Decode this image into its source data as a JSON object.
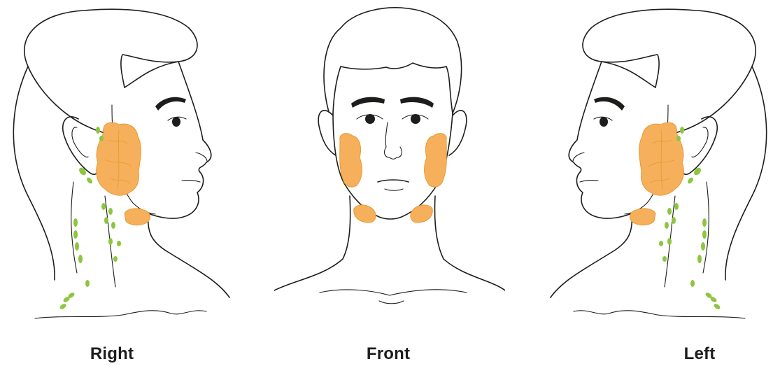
{
  "labels": {
    "right": "Right",
    "front": "Front",
    "left": "Left"
  },
  "colors": {
    "gland": "#f6b05b",
    "gland_outline": "#e69b35",
    "lymph_node": "#8cc63f",
    "line": "#1d1d1b"
  },
  "icons": {
    "right": "head-right-profile-icon",
    "front": "head-front-view-icon",
    "left": "head-left-profile-icon"
  }
}
